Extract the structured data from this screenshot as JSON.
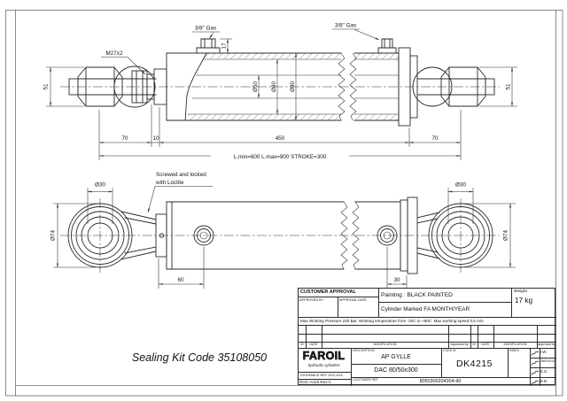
{
  "top_view": {
    "thread_label": "M27x2",
    "port_left_label": "3/8\" Gas",
    "port_right_label": "3/8\" Gas",
    "dim_port_height": "17",
    "dim_eye_left": "51",
    "dim_eye_right": "51",
    "dia_rod": "Ø50",
    "dia_bore": "Ø80",
    "dia_outer": "Ø90",
    "dim_seg1": "70",
    "dim_seg2": "10",
    "dim_seg3": "450",
    "dim_seg4": "70",
    "dim_overall": "L.min=600 L.max=900 STROKE=300"
  },
  "bottom_view": {
    "note_line1": "Screwed and locked",
    "note_line2": "with Loctite",
    "dia_hole_left": "Ø30",
    "dia_hole_right": "Ø30",
    "dia_eye_left": "Ø74",
    "dia_eye_right": "Ø74",
    "dim_port_left": "60",
    "dim_port_right": "30"
  },
  "notes": {
    "sealing_kit": "Sealing Kit Code 35108050"
  },
  "title_block": {
    "customer_approval_title": "CUSTOMER APPROVAL",
    "approved_by_label": "APPROVED BY",
    "approval_date_label": "APPROVAL DATE",
    "painting": "Painting : BLACK PAINTED",
    "marking": "Cylinder Marked FA MONTH/YEAR",
    "weight_label": "Weight",
    "weight_value": "17 kg",
    "working_note": "Max Working Pressure 220 Bar. Working temperature from -20C to +80C.  Max working speed 0,5 m/s",
    "mod_m": "M",
    "mod_date": "DATE",
    "mod_modification": "MODIFICATION",
    "mod_approved": "Approved by",
    "company_name": "FAROIL",
    "company_tagline": "hydraulic cylinders",
    "tolerance_ref": "TOLERANCE REF. DOC-K16",
    "doc_ref": "DOC-A116 Rev.C",
    "description_label": "DESCRIPTION",
    "description_customer": "AP GYLLE",
    "description_model": "DAC 80/50x300",
    "code_label": "CODE M",
    "code_value": "DK4215",
    "index_label": "INDEX",
    "customer_ref_label": "CUSTOMER REF.",
    "customer_ref_value": "8050300204304-90",
    "signatures": [
      "I.W.",
      "29/04/2014",
      "E.G.",
      "E.B."
    ]
  }
}
